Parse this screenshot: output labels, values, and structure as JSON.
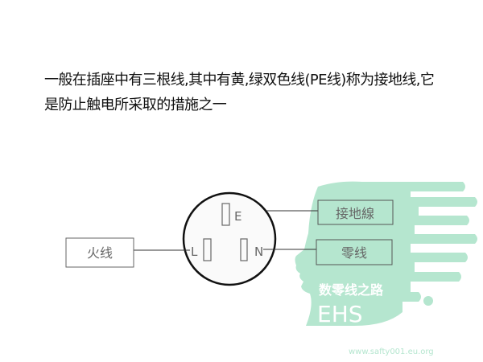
{
  "paragraph": {
    "line1": "一般在插座中有三根线,其中有黄,绿双色线(PE线)称为接地线,它",
    "line2": "是防止触电所采取的措施之一"
  },
  "diagram": {
    "terminal_e": "E",
    "terminal_l": "L",
    "terminal_n": "N",
    "live_label": "火线",
    "ground_label": "接地線",
    "neutral_label": "零线"
  },
  "watermark": {
    "logo": "EHS",
    "slogan": "数零线之路",
    "url": "www.safty001.eu.org",
    "color": "#b5e6cf"
  }
}
